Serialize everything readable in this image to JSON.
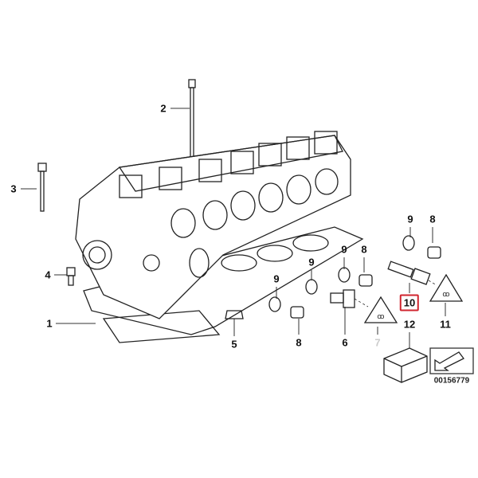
{
  "diagram": {
    "highlight_color": "#d0252f",
    "labels": {
      "p1": "1",
      "p2": "2",
      "p3": "3",
      "p4": "4",
      "p5": "5",
      "p6": "6",
      "p7": "7",
      "p8a": "8",
      "p8b": "8",
      "p8c": "8",
      "p9a": "9",
      "p9b": "9",
      "p9c": "9",
      "p10": "10",
      "p11": "11",
      "p12": "12"
    },
    "selected_part": "10",
    "diagram_code": "00156779"
  }
}
